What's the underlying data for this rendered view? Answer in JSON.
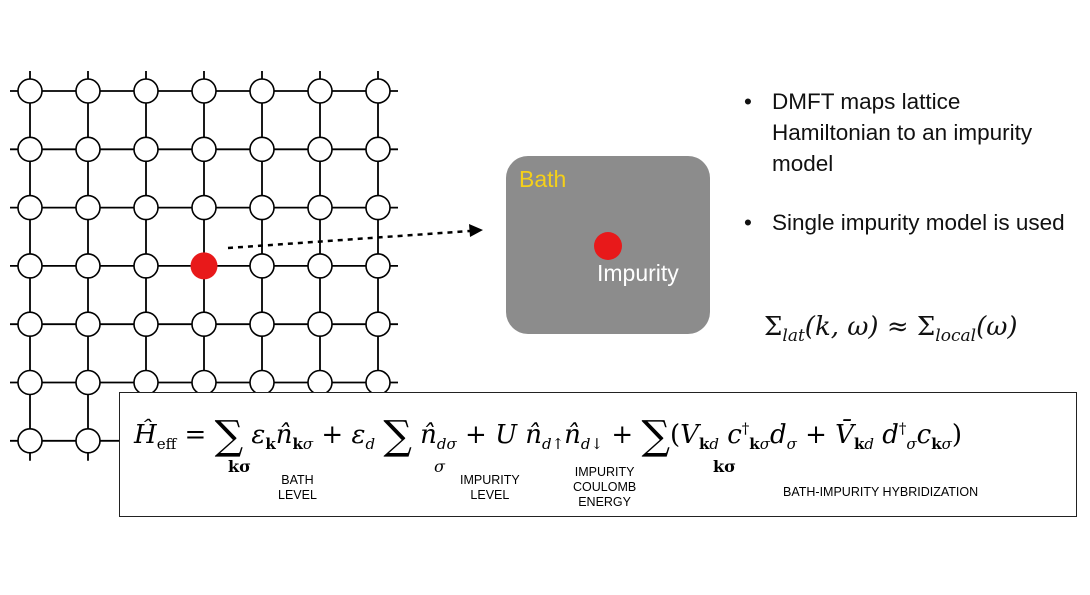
{
  "bath_label": "Bath",
  "impurity_label": "Impurity",
  "colors": {
    "bath_box": "#8c8c8c",
    "bath_text": "#f5d019",
    "impurity_dot": "#e8191a",
    "lattice_line": "#000000",
    "lattice_node_fill": "#ffffff"
  },
  "lattice": {
    "rows": 7,
    "cols": 7,
    "highlighted": {
      "row": 3,
      "col": 3
    }
  },
  "bullets": [
    {
      "text": "DMFT maps lattice Hamiltonian to an impurity model"
    },
    {
      "text": "Single impurity model is used"
    }
  ],
  "approx_equation": {
    "lhs_symbol": "Σ",
    "lhs_sub": "lat",
    "lhs_args": "(k, ω)",
    "relation": "≈",
    "rhs_symbol": "Σ",
    "rhs_sub": "local",
    "rhs_args": "(ω)"
  },
  "hamiltonian": {
    "lhs": "Ĥ",
    "lhs_sub": "eff",
    "sum_index_1": "kσ",
    "sum_index_2": "σ",
    "sum_index_3": "kσ",
    "term_labels": [
      "BATH\nLEVEL",
      "IMPURITY\nLEVEL",
      "IMPURITY\nCOULOMB\nENERGY",
      "BATH-IMPURITY HYBRIDIZATION"
    ]
  }
}
